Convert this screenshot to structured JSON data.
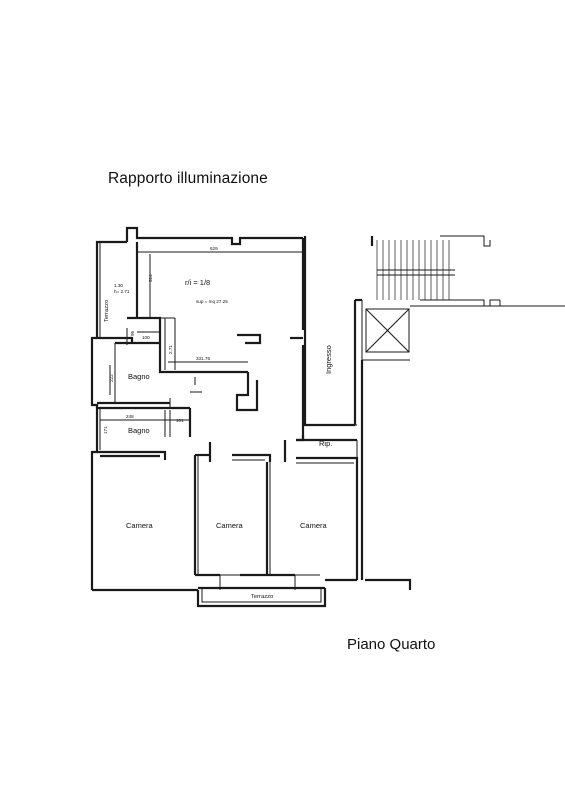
{
  "title": "Rapporto illuminazione",
  "floor": "Piano Quarto",
  "plan": {
    "terrazzo_top": "Terrazzo",
    "terrazzo_bottom": "Terrazzo",
    "ratio": "r/i =  1/8",
    "surface": "sup = mq 27.25",
    "ingresso": "Ingresso",
    "rip": "Rip.",
    "bagno_1": "Bagno",
    "bagno_2": "Bagno",
    "camera_1": "Camera",
    "camera_2": "Camera",
    "camera_3": "Camera",
    "dims": {
      "d629": "629",
      "d314": "314",
      "d130": "1.30",
      "d271h": "h= 2.71",
      "d95": "95",
      "d100": "100",
      "d271": "2.71",
      "d331": "331.76",
      "d222": "222",
      "d248": "248",
      "d101": "101",
      "d171": "171"
    }
  }
}
